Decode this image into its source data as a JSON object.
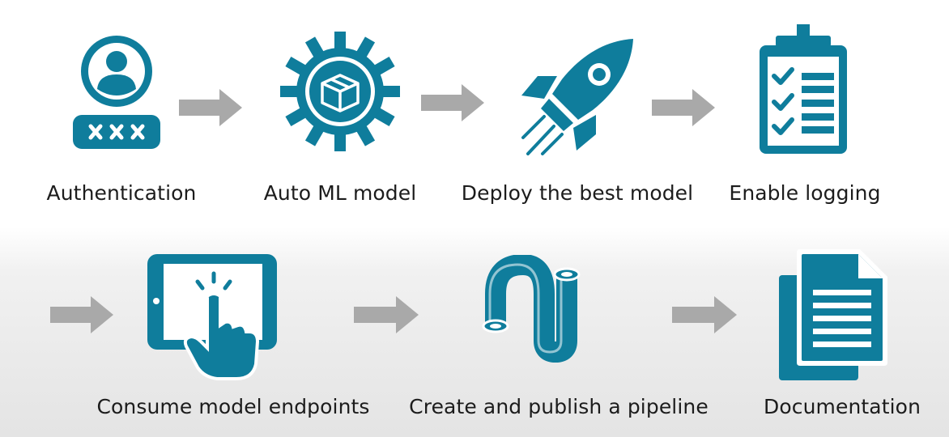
{
  "colors": {
    "icon": "#0f7d9c",
    "arrow": "#a9a9a9",
    "text": "#1c1c1c"
  },
  "steps": [
    {
      "label": "Authentication",
      "icon": "user-password-icon"
    },
    {
      "label": "Auto ML model",
      "icon": "gear-box-icon"
    },
    {
      "label": "Deploy the best model",
      "icon": "rocket-icon"
    },
    {
      "label": "Enable logging",
      "icon": "clipboard-checklist-icon"
    },
    {
      "label": "Consume model endpoints",
      "icon": "tablet-touch-icon"
    },
    {
      "label": "Create and publish a pipeline",
      "icon": "pipe-icon"
    },
    {
      "label": "Documentation",
      "icon": "documents-icon"
    }
  ]
}
